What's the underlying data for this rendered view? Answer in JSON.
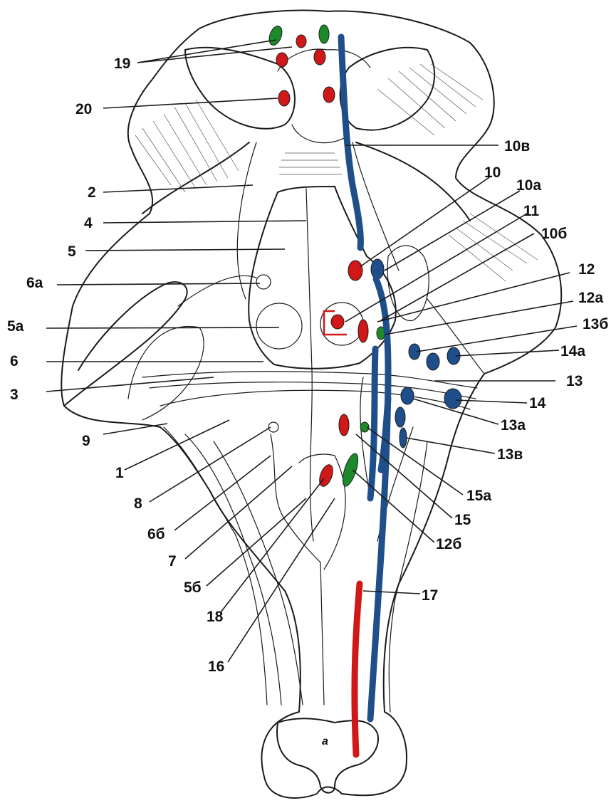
{
  "labels": {
    "l19": "19",
    "l20": "20",
    "l10v": "10в",
    "l10": "10",
    "l10a": "10а",
    "l2": "2",
    "l11": "11",
    "l4": "4",
    "l10b": "10б",
    "l5": "5",
    "l12": "12",
    "l6a": "6а",
    "l12a": "12а",
    "l5a": "5а",
    "l13b": "13б",
    "l6": "6",
    "l14a": "14а",
    "l13": "13",
    "l3": "3",
    "l14": "14",
    "l13a": "13а",
    "l9": "9",
    "l13v": "13в",
    "l1": "1",
    "l15a": "15а",
    "l8": "8",
    "l15": "15",
    "l6b": "6б",
    "l12b": "12б",
    "l7": "7",
    "l17": "17",
    "l5b": "5б",
    "l18": "18",
    "l16": "16"
  },
  "canal_mark": "a",
  "colors": {
    "motor": "#d01818",
    "sensory": "#1f4f8a",
    "autonomic": "#1c8a2a",
    "outline": "#1a1a1a"
  }
}
